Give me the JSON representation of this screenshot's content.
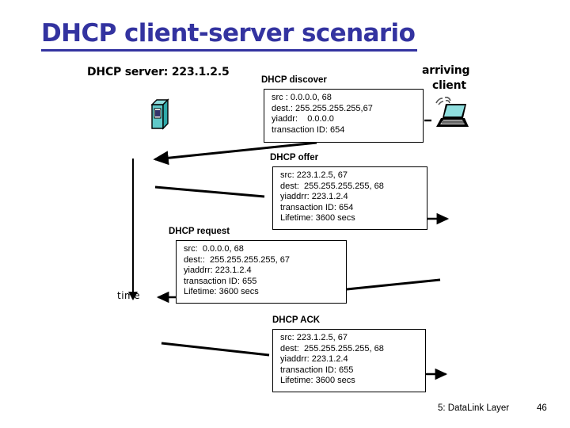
{
  "slide": {
    "title": "DHCP client-server scenario",
    "title_color": "#3333a0"
  },
  "actors": {
    "server_label": "DHCP server:  223.1.2.5",
    "client_label_line1": "arriving",
    "client_label_line2": "client",
    "server_icon": "server-tower-icon",
    "client_icon": "laptop-wireless-icon"
  },
  "time_axis": {
    "label": "time"
  },
  "messages": [
    {
      "caption": "DHCP discover",
      "lines": [
        "src : 0.0.0.0, 68",
        "dest.: 255.255.255.255,67",
        "yiaddr:    0.0.0.0",
        "transaction ID: 654"
      ]
    },
    {
      "caption": "DHCP offer",
      "lines": [
        "src: 223.1.2.5, 67",
        "dest:  255.255.255.255, 68",
        "yiaddrr: 223.1.2.4",
        "transaction ID: 654",
        "Lifetime: 3600 secs"
      ]
    },
    {
      "caption": "DHCP request",
      "lines": [
        "src:  0.0.0.0, 68",
        "dest::  255.255.255.255, 67",
        "yiaddrr: 223.1.2.4",
        "transaction ID: 655",
        "Lifetime: 3600 secs"
      ]
    },
    {
      "caption": "DHCP ACK",
      "lines": [
        "src: 223.1.2.5, 67",
        "dest:  255.255.255.255, 68",
        "yiaddrr: 223.1.2.4",
        "transaction ID: 655",
        "Lifetime: 3600 secs"
      ]
    }
  ],
  "footer": {
    "chapter_label": "5: DataLink Layer",
    "page_number": "46"
  },
  "colors": {
    "title_blue": "#3333a0",
    "server_teal": "#66cccc",
    "server_dark": "#33334d",
    "stroke_black": "#000000",
    "background": "#ffffff"
  }
}
